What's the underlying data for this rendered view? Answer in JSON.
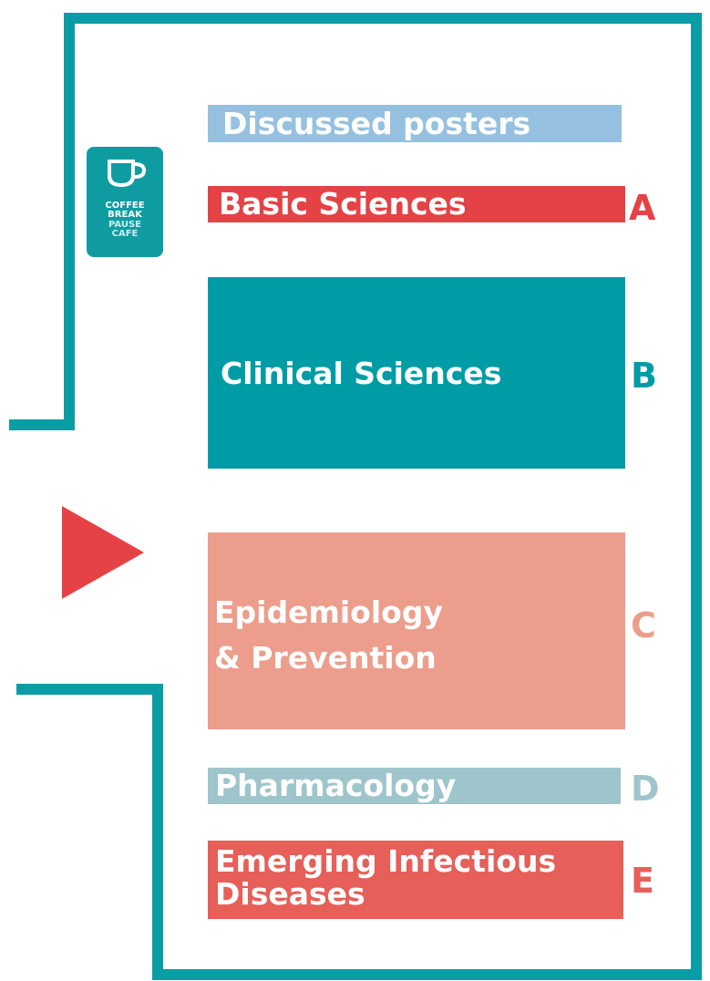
{
  "colors": {
    "wall": "#0a9da5",
    "discussed": "#96c0df",
    "basic": "#e54246",
    "clinical": "#009ca6",
    "epidemiology": "#ed9d8c",
    "pharmacology": "#9ec5cb",
    "emerging": "#e65f59",
    "arrow": "#e54246"
  },
  "coffee_break": {
    "icon": "coffee-cup-icon",
    "line1": "COFFEE",
    "line2": "BREAK",
    "line3": "PAUSE",
    "line4": "CAFE"
  },
  "entrance_arrow": {
    "icon": "arrow-right-icon"
  },
  "sections": {
    "discussed": {
      "label": "Discussed posters"
    },
    "basic": {
      "label": "Basic Sciences",
      "letter": "A"
    },
    "clinical": {
      "label": "Clinical Sciences",
      "letter": "B"
    },
    "epidemiology": {
      "line1": "Epidemiology",
      "line2": "& Prevention",
      "letter": "C"
    },
    "pharmacology": {
      "label": "Pharmacology",
      "letter": "D"
    },
    "emerging": {
      "line1": "Emerging Infectious",
      "line2": "Diseases",
      "letter": "E"
    }
  }
}
